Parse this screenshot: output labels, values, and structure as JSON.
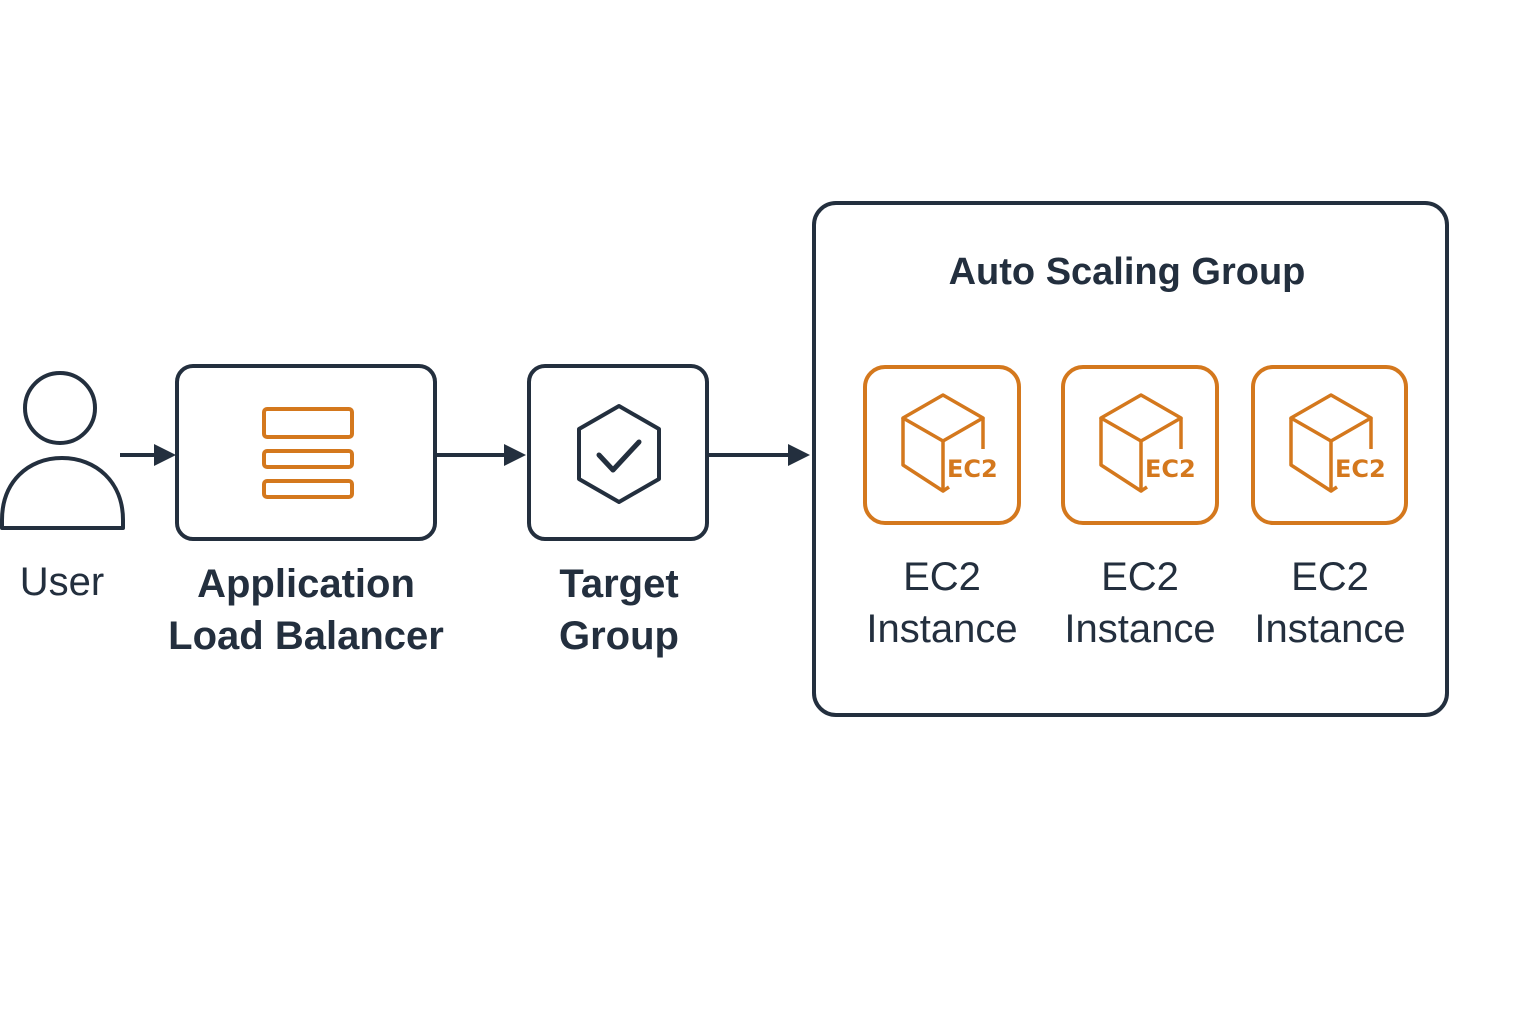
{
  "colors": {
    "stroke": "#232f3e",
    "accent": "#d4781d",
    "background": "#ffffff"
  },
  "user": {
    "icon": "user-icon",
    "label": "User"
  },
  "load_balancer": {
    "icon": "load-balancer-icon",
    "label_line1": "Application",
    "label_line2": "Load Balancer"
  },
  "target_group": {
    "icon": "target-group-check-icon",
    "label_line1": "Target",
    "label_line2": "Group"
  },
  "auto_scaling_group": {
    "title": "Auto Scaling Group",
    "instances": [
      {
        "icon": "ec2-cube-icon",
        "icon_text": "EC2",
        "label_line1": "EC2",
        "label_line2": "Instance"
      },
      {
        "icon": "ec2-cube-icon",
        "icon_text": "EC2",
        "label_line1": "EC2",
        "label_line2": "Instance"
      },
      {
        "icon": "ec2-cube-icon",
        "icon_text": "EC2",
        "label_line1": "EC2",
        "label_line2": "Instance"
      }
    ]
  },
  "connections": [
    {
      "from": "User",
      "to": "Application Load Balancer"
    },
    {
      "from": "Application Load Balancer",
      "to": "Target Group"
    },
    {
      "from": "Target Group",
      "to": "Auto Scaling Group"
    }
  ]
}
